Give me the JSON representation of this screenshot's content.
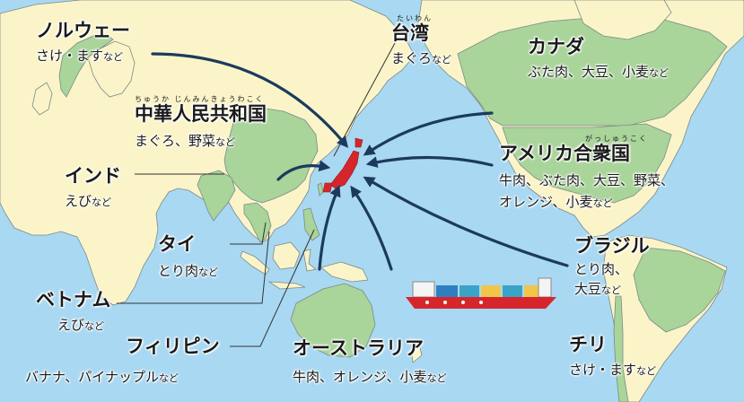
{
  "colors": {
    "ocean": "#a9d8f2",
    "land": "#fbf4c8",
    "highlight": "#a9d49a",
    "border": "#7a8a8a",
    "arrow": "#1c3a5e",
    "japan": "#d7262b"
  },
  "labels": {
    "norway": {
      "name": "ノルウェー",
      "items": "さけ・ます",
      "suffix": "など"
    },
    "taiwan": {
      "ruby": "たいわん",
      "name": "台湾",
      "items": "まぐろ",
      "suffix": "など"
    },
    "canada": {
      "name": "カナダ",
      "items": "ぶた肉、大豆、小麦",
      "suffix": "など"
    },
    "china": {
      "ruby": "ちゅうか じんみんきょうわこく",
      "name": "中華人民共和国",
      "items": "まぐろ、野菜",
      "suffix": "など"
    },
    "usa": {
      "ruby": "がっしゅうこく",
      "name": "アメリカ合衆国",
      "items_line1": "牛肉、ぶた肉、大豆、野菜、",
      "items_line2": "オレンジ、小麦",
      "suffix": "など"
    },
    "india": {
      "name": "インド",
      "items": "えび",
      "suffix": "など"
    },
    "thailand": {
      "name": "タイ",
      "items": "とり肉",
      "suffix": "など"
    },
    "brazil": {
      "name": "ブラジル",
      "items_line1": "とり肉、",
      "items_line2": "大豆",
      "suffix": "など"
    },
    "vietnam": {
      "name": "ベトナム",
      "items": "えび",
      "suffix": "など"
    },
    "philippines": {
      "name": "フィリピン",
      "items": "バナナ、パイナップル",
      "suffix": "など"
    },
    "australia": {
      "name": "オーストラリア",
      "items": "牛肉、オレンジ、小麦",
      "suffix": "など"
    },
    "chile": {
      "name": "チリ",
      "items": "さけ・ます",
      "suffix": "など"
    }
  }
}
